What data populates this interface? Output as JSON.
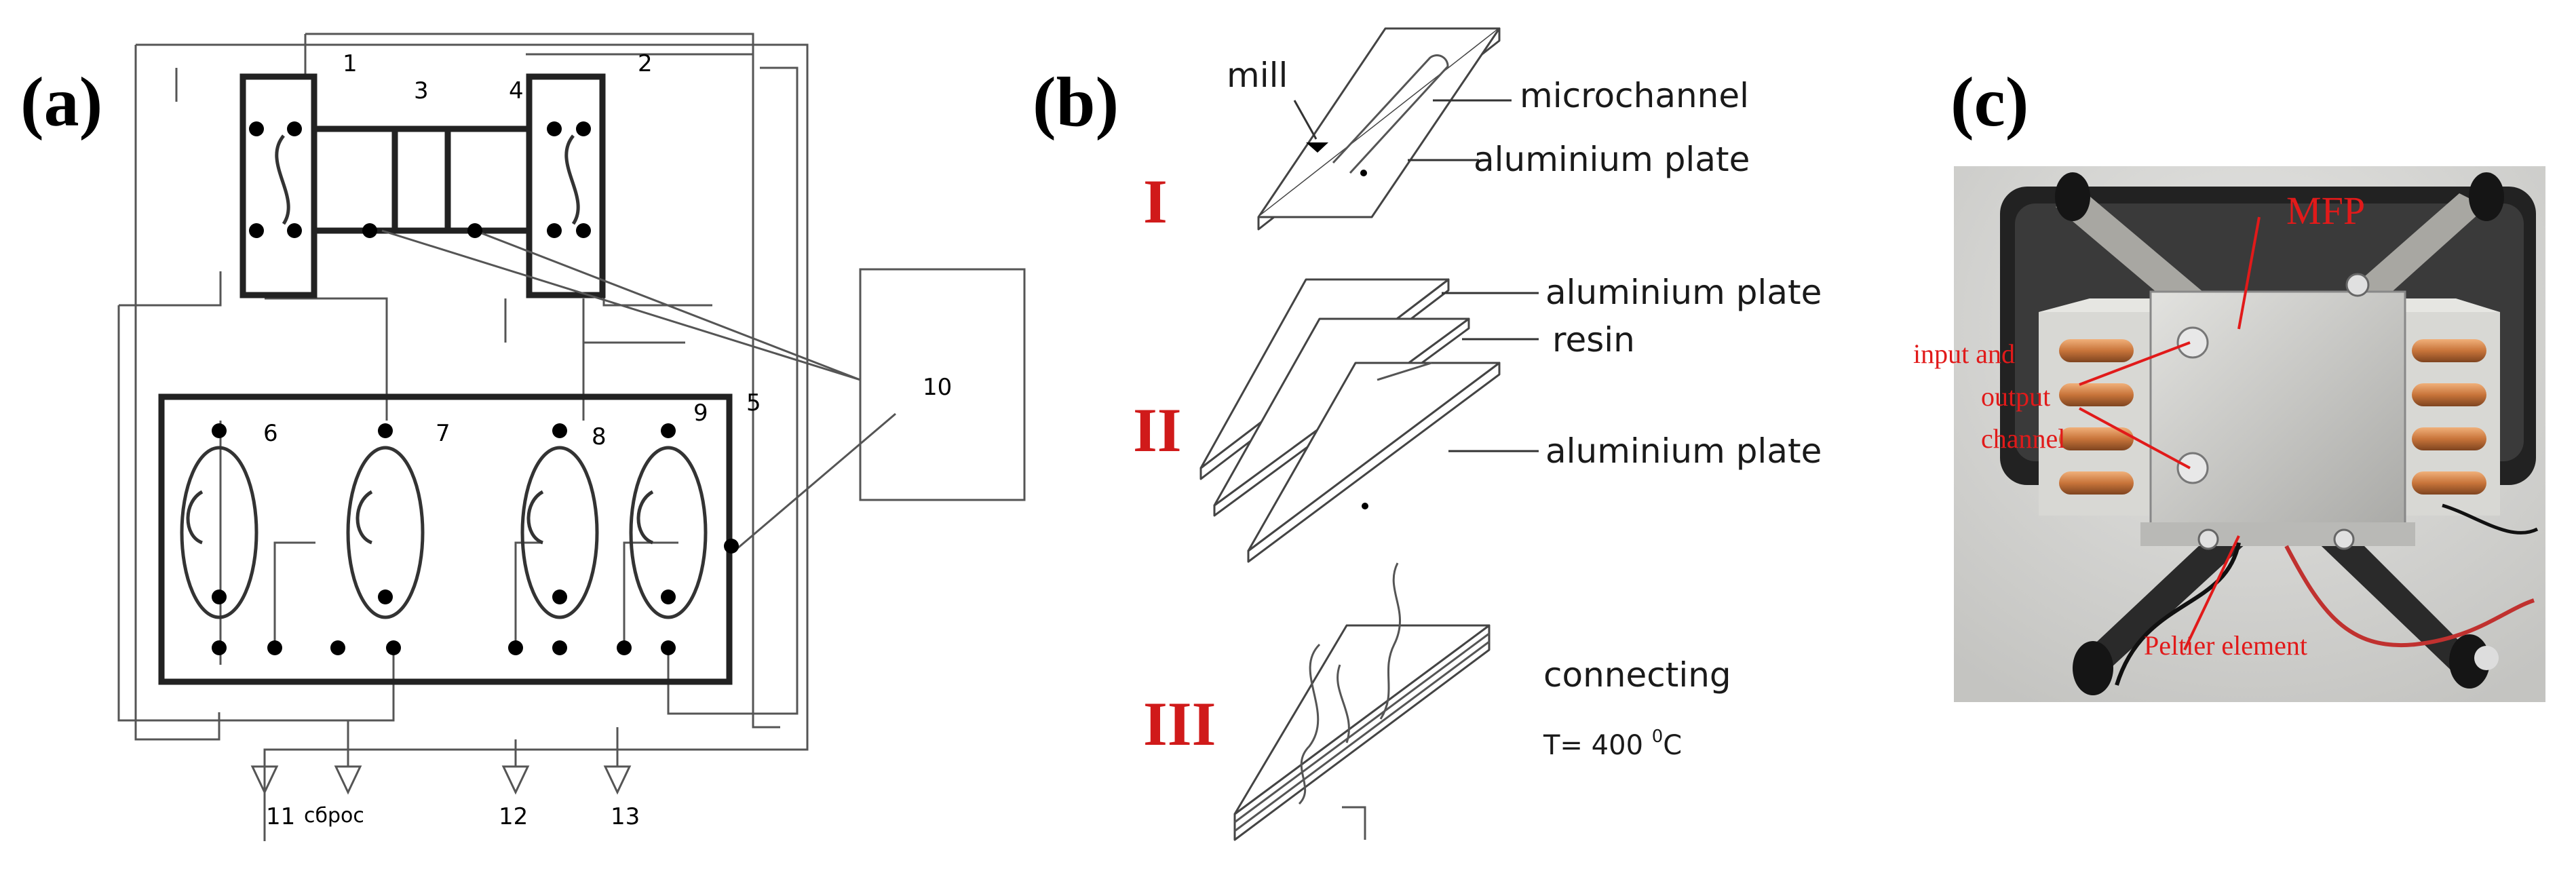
{
  "panel_a": {
    "letter": "(a)",
    "numbers": [
      "1",
      "2",
      "3",
      "4",
      "5",
      "6",
      "7",
      "8",
      "9",
      "10",
      "11",
      "12",
      "13"
    ],
    "drain_label": "сброс"
  },
  "panel_b": {
    "letter": "(b)",
    "stages": [
      "I",
      "II",
      "III"
    ],
    "labels": {
      "mill": "mill",
      "microchannel": "microchannel",
      "aluminium_plate": "aluminium plate",
      "resin": "resin",
      "connecting": "connecting",
      "temperature_prefix": "T= 400 ",
      "temperature_degree": "0",
      "temperature_unit": "C"
    }
  },
  "panel_c": {
    "letter": "(c)",
    "annotations": {
      "mfp": "MFP",
      "io_line1": "input and",
      "io_line2": "output",
      "io_line3": "channel",
      "peltier": "Peltier element"
    }
  },
  "colors": {
    "annotation_red": "#e11a1a",
    "stage_red": "#d01a1a",
    "copper": "#c8743a",
    "aluminium": "#c9c9c6"
  }
}
